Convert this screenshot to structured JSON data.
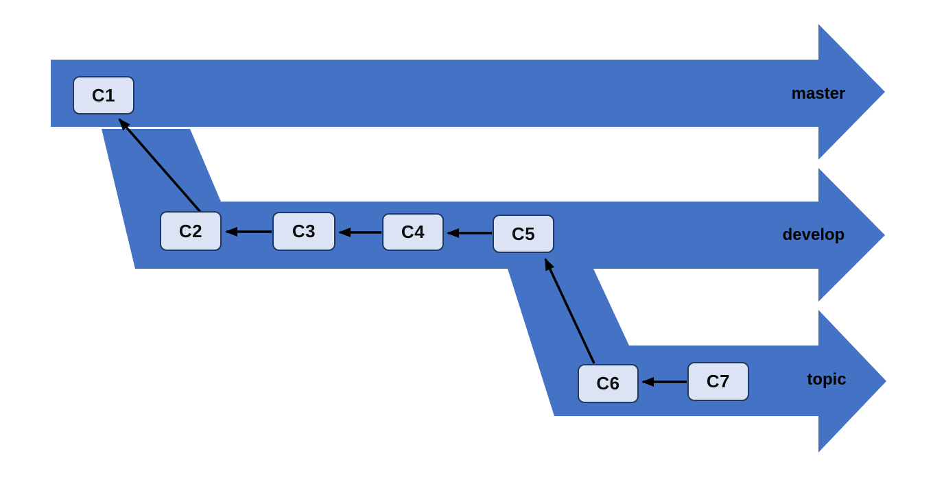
{
  "diagram": {
    "branches": [
      {
        "name": "master",
        "label": "master"
      },
      {
        "name": "develop",
        "label": "develop"
      },
      {
        "name": "topic",
        "label": "topic"
      }
    ],
    "commits": [
      {
        "id": "C1",
        "label": "C1",
        "branch": "master"
      },
      {
        "id": "C2",
        "label": "C2",
        "branch": "develop"
      },
      {
        "id": "C3",
        "label": "C3",
        "branch": "develop"
      },
      {
        "id": "C4",
        "label": "C4",
        "branch": "develop"
      },
      {
        "id": "C5",
        "label": "C5",
        "branch": "develop"
      },
      {
        "id": "C6",
        "label": "C6",
        "branch": "topic"
      },
      {
        "id": "C7",
        "label": "C7",
        "branch": "topic"
      }
    ],
    "edges": [
      {
        "from": "C2",
        "to": "C1"
      },
      {
        "from": "C3",
        "to": "C2"
      },
      {
        "from": "C4",
        "to": "C3"
      },
      {
        "from": "C5",
        "to": "C4"
      },
      {
        "from": "C6",
        "to": "C5"
      },
      {
        "from": "C7",
        "to": "C6"
      }
    ],
    "colors": {
      "band": "#4472C4",
      "node_fill": "#DBE3F4",
      "node_border": "#1F3864",
      "arrow": "#000000",
      "label_text": "#000000"
    }
  }
}
